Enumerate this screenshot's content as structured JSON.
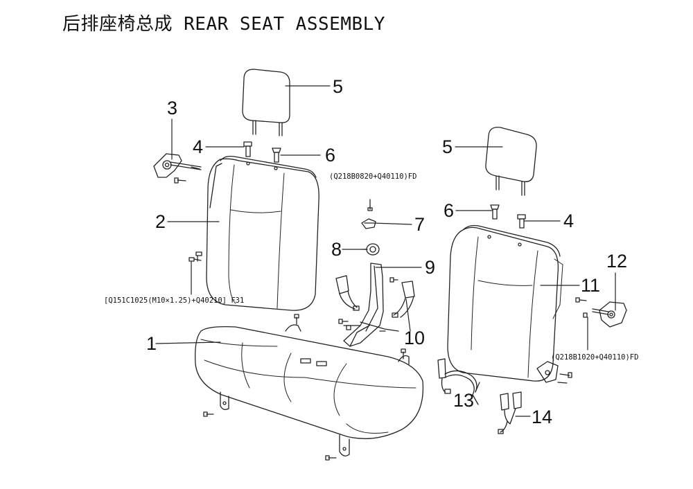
{
  "title": "后排座椅总成 REAR SEAT ASSEMBLY",
  "callouts": {
    "c1": "1",
    "c2": "2",
    "c3": "3",
    "c4a": "4",
    "c4b": "4",
    "c5a": "5",
    "c5b": "5",
    "c6a": "6",
    "c6b": "6",
    "c7": "7",
    "c8": "8",
    "c9": "9",
    "c10": "10",
    "c11": "11",
    "c12": "12",
    "c13": "13",
    "c14": "14"
  },
  "codes": {
    "bolt_left": "[Q151C1025(M10×1.25)+Q40210] F31",
    "bolt_center": "(Q218B0820+Q40110)FD",
    "bolt_right": "(Q218B1020+Q40110)FD"
  }
}
